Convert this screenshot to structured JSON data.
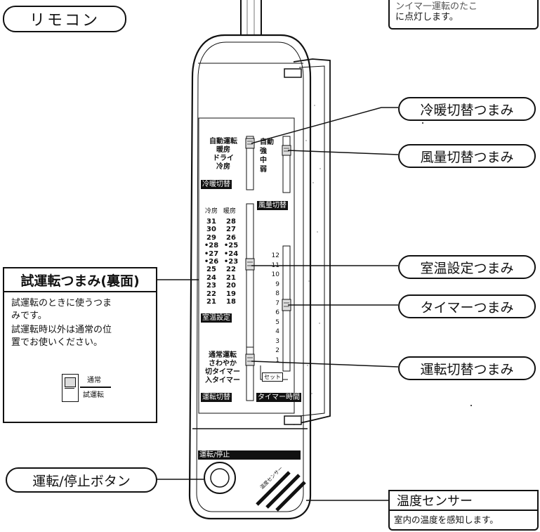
{
  "title": "リモコン",
  "top_note": {
    "line1": "ンイマ一運転のたこ",
    "line2": "に点灯します。"
  },
  "callouts": {
    "cool_heat_knob": "冷暖切替つまみ",
    "fan_knob": "風量切替つまみ",
    "room_temp_knob": "室温設定つまみ",
    "timer_knob": "タイマーつまみ",
    "mode_knob": "運転切替つまみ",
    "run_stop_button": "運転/停止ボタン"
  },
  "test_run_box": {
    "title": "試運転つまみ(裏面)",
    "body1_a": "試運転のときに使うつま",
    "body1_b": "みです。",
    "body2_a": "試運転時以外は通常の位",
    "body2_b": "置でお使いください。",
    "pos_normal": "通常",
    "pos_test": "試運転"
  },
  "sensor_box": {
    "title": "温度センサー",
    "body": "室内の温度を感知します。"
  },
  "remote": {
    "cool_heat_options": [
      "自動運転",
      "暖房",
      "ドライ",
      "冷房"
    ],
    "cool_heat_label": "冷暖切替",
    "fan_options": [
      "自動",
      "強",
      "中",
      "弱"
    ],
    "fan_label": "風量切替",
    "temp_header_cool": "冷房",
    "temp_header_heat": "暖房",
    "temp_cool": [
      "31",
      "30",
      "29",
      "•28",
      "•27",
      "•26",
      "25",
      "24",
      "23",
      "22",
      "21"
    ],
    "temp_heat": [
      "28",
      "27",
      "26",
      "•25",
      "•24",
      "•23",
      "22",
      "21",
      "20",
      "19",
      "18"
    ],
    "temp_label": "室温設定",
    "timer_numbers": [
      "12",
      "11",
      "10",
      "9",
      "8",
      "7",
      "6",
      "5",
      "4",
      "3",
      "2",
      "1"
    ],
    "timer_set": "セット",
    "timer_label": "タイマー時間",
    "mode_options": [
      "通常運転",
      "さわやか",
      "切タイマー",
      "入タイマー"
    ],
    "mode_label": "運転切替",
    "run_stop_label": "運転/停止",
    "sensor_label": "温度センサー"
  }
}
